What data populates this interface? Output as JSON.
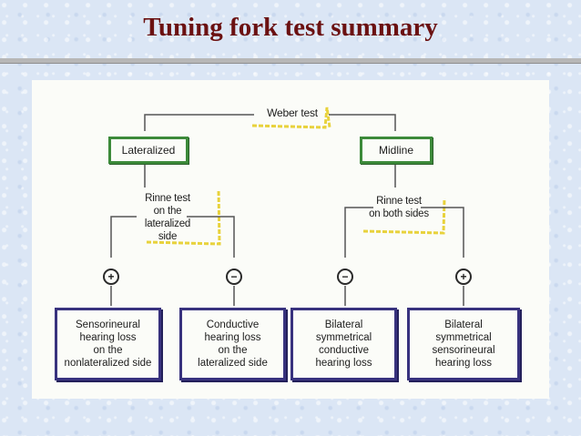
{
  "title": "Tuning fork test summary",
  "diagram": {
    "root": {
      "label": "Weber test"
    },
    "branches": [
      {
        "label": "Lateralized",
        "test_lines": [
          "Rinne test",
          "on the",
          "lateralized",
          "side"
        ],
        "outcomes": [
          {
            "sign": "+",
            "result_lines": [
              "Sensorineural",
              "hearing loss",
              "on the",
              "nonlateralized side"
            ]
          },
          {
            "sign": "−",
            "result_lines": [
              "Conductive",
              "hearing loss",
              "on the",
              "lateralized side"
            ]
          }
        ]
      },
      {
        "label": "Midline",
        "test_lines": [
          "Rinne test",
          "on both sides"
        ],
        "outcomes": [
          {
            "sign": "−",
            "result_lines": [
              "Bilateral",
              "symmetrical",
              "conductive",
              "hearing loss"
            ]
          },
          {
            "sign": "+",
            "result_lines": [
              "Bilateral",
              "symmetrical",
              "sensorineural",
              "hearing loss"
            ]
          }
        ]
      }
    ]
  },
  "colors": {
    "title": "#6b1111",
    "decision_border": "#3c8a3a",
    "result_border": "#38327e",
    "highlight": "#e8d23c"
  }
}
